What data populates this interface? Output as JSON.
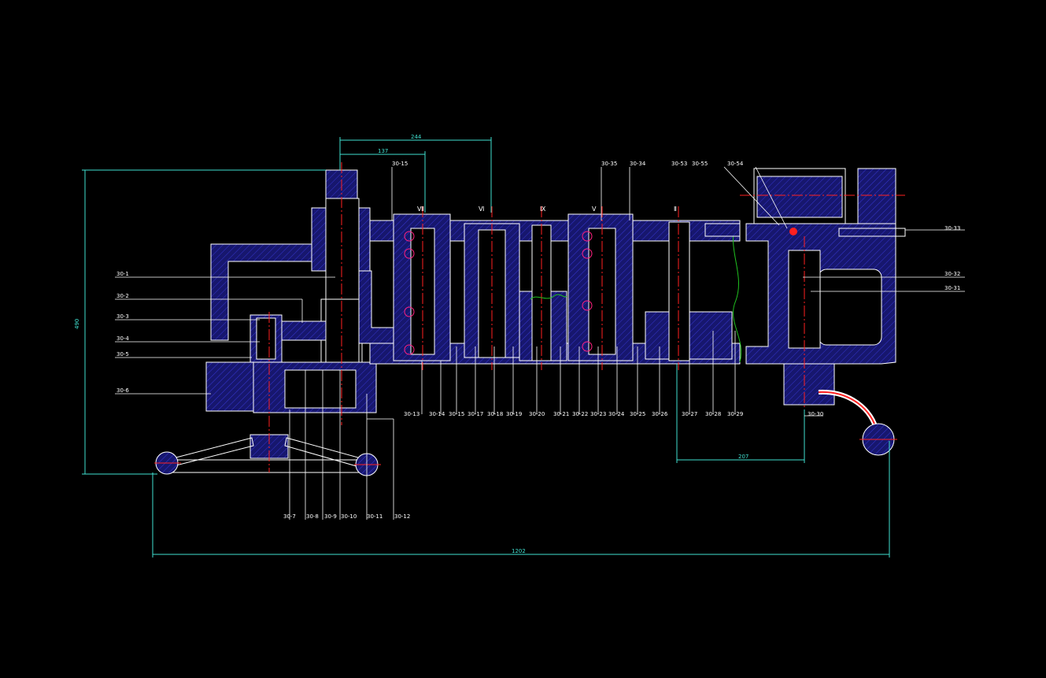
{
  "drawing": {
    "background_color": "#000000",
    "colors": {
      "housing_fill": "#1a1a7a",
      "housing_hatch": "#3a3aff",
      "outline": "#ffffff",
      "centerline": "#ff2020",
      "dimension": "#40e0d0",
      "leader": "#ffffff",
      "break_line": "#20c020",
      "bearing": "#ff2080"
    },
    "dimensions": {
      "top_outer": "244",
      "top_inner": "137",
      "left_height": "490",
      "right_lower": "207",
      "bottom_overall": "1202"
    },
    "shaft_numerals": {
      "s1": "Ⅶ",
      "s2": "Ⅵ",
      "s3": "Ⅸ",
      "s4": "Ⅴ",
      "s5": "Ⅱ"
    },
    "labels": {
      "l30_1": "30-1",
      "l30_2": "30-2",
      "l30_3": "30-3",
      "l30_4": "30-4",
      "l30_5": "30-5",
      "l30_6": "30-6",
      "l30_7": "30-7",
      "l30_8": "30-8",
      "l30_9": "30-9",
      "l30_10": "30-10",
      "l30_11": "30-11",
      "l30_12": "30-12",
      "l30_13": "30-13",
      "l30_14": "30-14",
      "l30_15": "30-15",
      "l30_15b": "30-15",
      "l30_17": "30-17",
      "l30_18": "30-18",
      "l30_19": "30-19",
      "l30_20": "30-20",
      "l30_21": "30-21",
      "l30_22": "30-22",
      "l30_23": "30-23",
      "l30_24": "30-24",
      "l30_25": "30-25",
      "l30_26": "30-26",
      "l30_27": "30-27",
      "l30_28": "30-28",
      "l30_29": "30-29",
      "l30_30": "30-30",
      "l30_31": "30-31",
      "l30_32": "30-32",
      "l30_33": "30-33",
      "l30_34": "30-34",
      "l30_35": "30-35",
      "l30_53": "30-53",
      "l30_54": "30-54",
      "l30_55": "30-55"
    }
  }
}
